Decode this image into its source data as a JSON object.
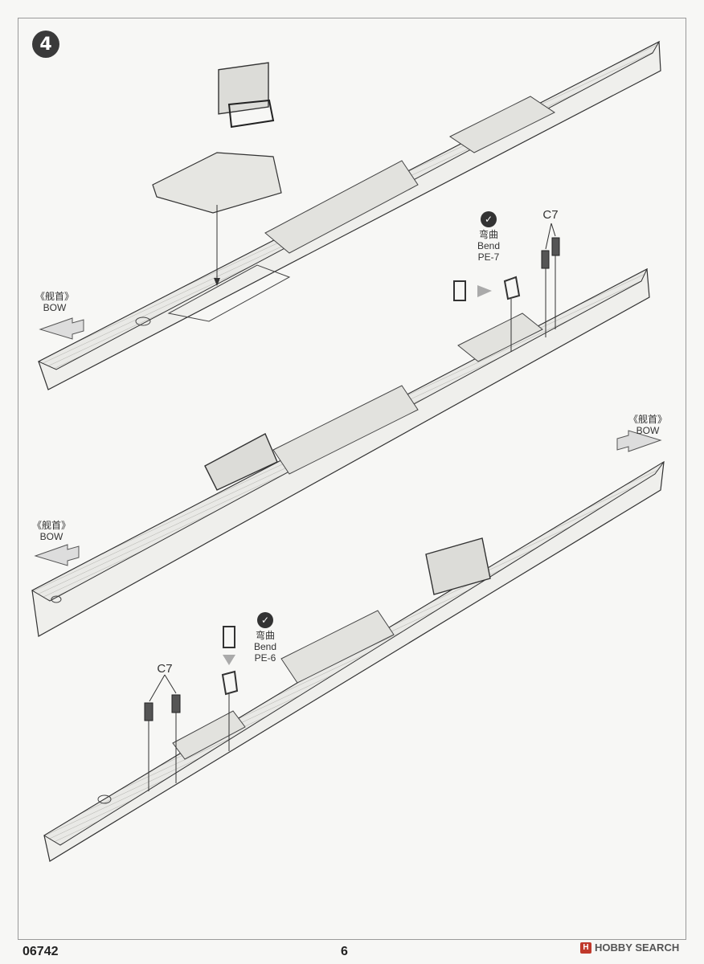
{
  "step": {
    "number": "4"
  },
  "labels": {
    "bow_cn": "《舰首》",
    "bow_en": "BOW",
    "bend_cn": "弯曲",
    "bend_en": "Bend",
    "part_pe7": "PE-7",
    "part_pe6": "PE-6",
    "part_c7": "C7"
  },
  "footer": {
    "product_code": "06742",
    "page_number": "6"
  },
  "watermark": {
    "text": "HOBBY SEARCH",
    "logo_letter": "H"
  }
}
